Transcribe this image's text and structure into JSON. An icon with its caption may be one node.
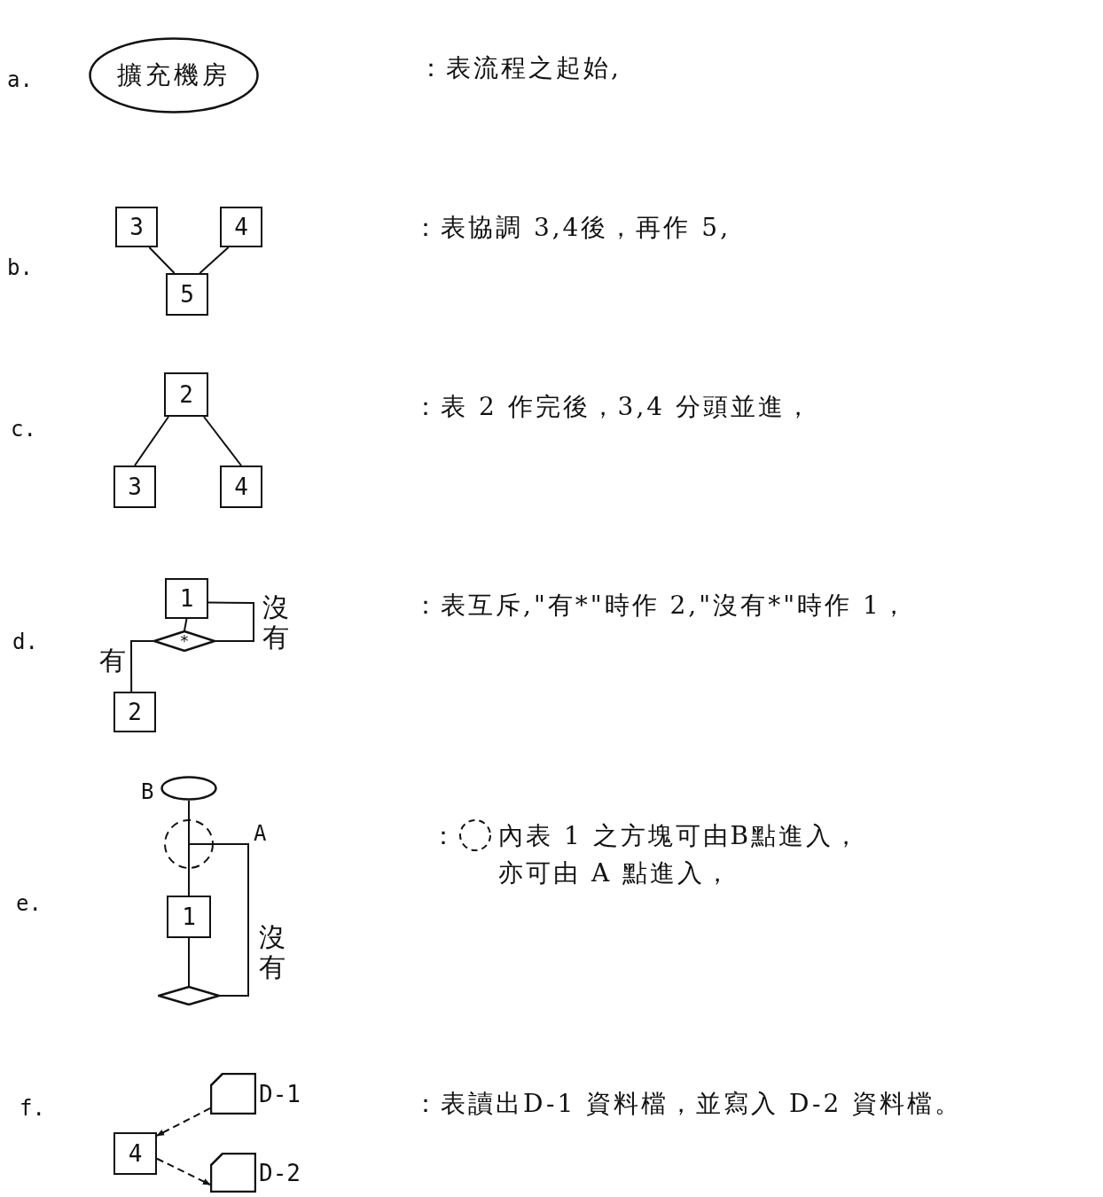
{
  "diagram": {
    "nodes": [
      {
        "text": [
          "擴充機房"
        ]
      },
      {
        "text": [
          "3"
        ]
      },
      {
        "text": [
          "4"
        ]
      },
      {
        "text": [
          "5"
        ]
      },
      {
        "text": [
          "2"
        ]
      },
      {
        "text": [
          "3"
        ]
      },
      {
        "text": [
          "4"
        ]
      },
      {
        "text": [
          "1"
        ]
      },
      {
        "text": [
          "*"
        ]
      },
      {
        "text": [
          "2"
        ]
      },
      {
        "text": [],
        "shape": "ellipse",
        "beside": [
          "B"
        ]
      },
      {
        "text": [
          "1"
        ]
      },
      {
        "text": [],
        "shape": "diamond"
      },
      {
        "text": [
          "4"
        ]
      },
      {
        "text": [
          "D-1"
        ]
      },
      {
        "text": [
          "D-2"
        ]
      }
    ],
    "edges": [
      {
        "from": 1,
        "to": 3,
        "arrow": "none"
      },
      {
        "from": 2,
        "to": 3,
        "arrow": "none"
      },
      {
        "from": 4,
        "to": 5,
        "arrow": "none"
      },
      {
        "from": 4,
        "to": 6,
        "arrow": "none"
      },
      {
        "from": 7,
        "to": 8,
        "arrow": "none"
      },
      {
        "from": 8,
        "to": 7,
        "arrow": "none",
        "label": "沒有"
      },
      {
        "from": 8,
        "to": 9,
        "arrow": "none",
        "label": "有"
      },
      {
        "from": 10,
        "to": 11,
        "arrow": "none"
      },
      {
        "from": 11,
        "to": 12,
        "arrow": "none"
      },
      {
        "from": 12,
        "to": 11,
        "arrow": "none",
        "label": "沒有"
      },
      {
        "from": 14,
        "to": 13,
        "arrow": "to",
        "style": "dashed"
      },
      {
        "from": 13,
        "to": 15,
        "arrow": "to",
        "style": "dashed"
      }
    ],
    "labels": [
      "a.",
      "：表流程之起始,",
      "b.",
      "：表協調 3,4後，再作 5,",
      "c.",
      "：表 2 作完後，3,4 分頭並進，",
      "d.",
      "：表互斥,\"有*\"時作 2,\"沒有*\"時作 1，",
      "A",
      "e.",
      "：",
      "內表 1 之方塊可由B點進入，亦可由 A 點進入，",
      "f.",
      "：表讀出D-1 資料檔，並寫入 D-2 資料檔。"
    ]
  }
}
